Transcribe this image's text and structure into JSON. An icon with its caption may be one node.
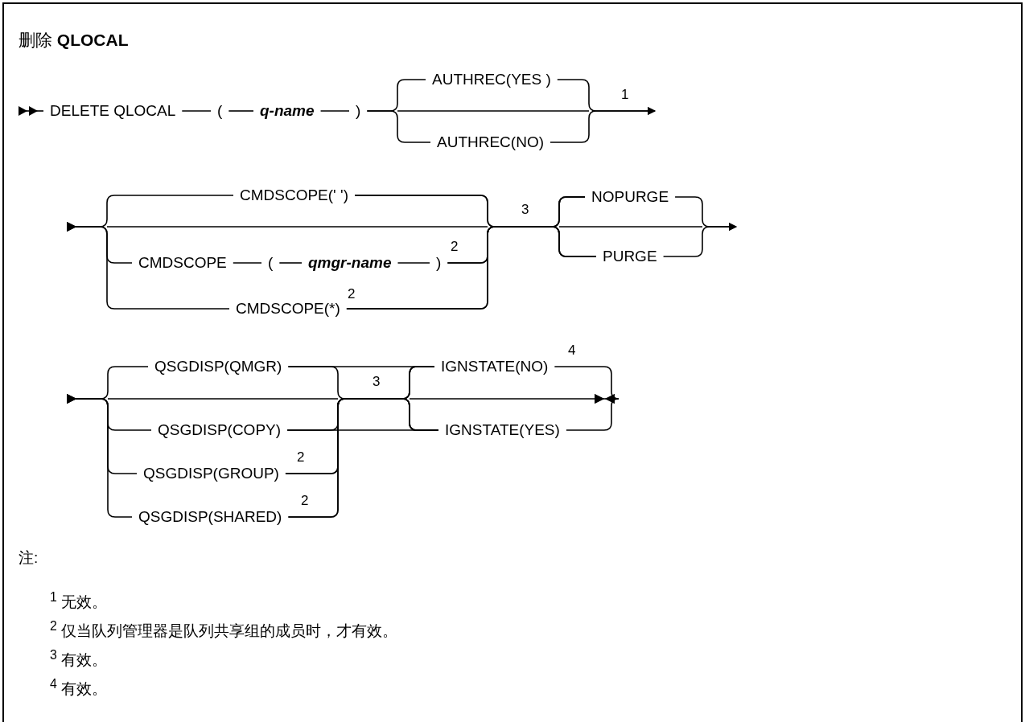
{
  "diagram": {
    "title": "删除 **QLOCAL**",
    "nodes": [
      {
        "text": [
          "DELETE QLOCAL"
        ]
      },
      {
        "text": [
          "("
        ]
      },
      {
        "text": [
          "q-name"
        ]
      },
      {
        "text": [
          ")"
        ]
      },
      {
        "text": [
          "AUTHREC(YES )"
        ]
      },
      {
        "text": [
          "AUTHREC(NO)"
        ]
      },
      {
        "text": [
          "CMDSCOPE(' ')"
        ]
      },
      {
        "text": [
          "CMDSCOPE"
        ]
      },
      {
        "text": [
          "("
        ]
      },
      {
        "text": [
          "qmgr-name"
        ]
      },
      {
        "text": [
          ")"
        ],
        "beside": [
          "2"
        ]
      },
      {
        "text": [
          "CMDSCOPE(*)"
        ],
        "beside": [
          "2"
        ]
      },
      {
        "text": [
          "NOPURGE"
        ]
      },
      {
        "text": [
          "PURGE"
        ]
      },
      {
        "text": [
          "QSGDISP(QMGR)"
        ]
      },
      {
        "text": [
          "QSGDISP(COPY)"
        ]
      },
      {
        "text": [
          "QSGDISP(GROUP)"
        ],
        "beside": [
          "2"
        ]
      },
      {
        "text": [
          "QSGDISP(SHARED)"
        ],
        "beside": [
          "2"
        ]
      },
      {
        "text": [
          "IGNSTATE(NO)"
        ],
        "beside": [
          "4"
        ]
      },
      {
        "text": [
          "IGNSTATE(YES)"
        ]
      }
    ],
    "edges": [
      {
        "from": null,
        "to": 0,
        "arrow": "to"
      },
      {
        "from": 0,
        "to": 1,
        "arrow": "none"
      },
      {
        "from": 1,
        "to": 2,
        "arrow": "none"
      },
      {
        "from": 2,
        "to": 3,
        "arrow": "none"
      },
      {
        "from": 3,
        "to": 4,
        "arrow": "none"
      },
      {
        "from": 3,
        "to": 5,
        "arrow": "none"
      },
      {
        "from": 4,
        "to": null,
        "arrow": "to"
      },
      {
        "from": 5,
        "to": null,
        "arrow": "to"
      },
      {
        "from": 6,
        "to": null,
        "arrow": "to"
      },
      {
        "from": 7,
        "to": null,
        "arrow": "to"
      },
      {
        "from": 11,
        "to": null,
        "arrow": "to"
      },
      {
        "from": 7,
        "to": 8,
        "arrow": "none"
      },
      {
        "from": 8,
        "to": 9,
        "arrow": "none"
      },
      {
        "from": 9,
        "to": 10,
        "arrow": "none"
      },
      {
        "from": 6,
        "to": 12,
        "arrow": "none"
      },
      {
        "from": 10,
        "to": 12,
        "arrow": "none"
      },
      {
        "from": 11,
        "to": 12,
        "arrow": "none"
      },
      {
        "from": 6,
        "to": 13,
        "arrow": "none"
      },
      {
        "from": 10,
        "to": 13,
        "arrow": "none"
      },
      {
        "from": 11,
        "to": 13,
        "arrow": "none"
      },
      {
        "from": 12,
        "to": null,
        "arrow": "to"
      },
      {
        "from": 13,
        "to": null,
        "arrow": "to"
      },
      {
        "from": 14,
        "to": null,
        "arrow": "to"
      },
      {
        "from": 15,
        "to": null,
        "arrow": "to"
      },
      {
        "from": 16,
        "to": null,
        "arrow": "to"
      },
      {
        "from": 17,
        "to": null,
        "arrow": "to"
      },
      {
        "from": 14,
        "to": 18,
        "arrow": "none"
      },
      {
        "from": 15,
        "to": 18,
        "arrow": "none"
      },
      {
        "from": 16,
        "to": 18,
        "arrow": "none"
      },
      {
        "from": 17,
        "to": 18,
        "arrow": "none"
      },
      {
        "from": 14,
        "to": 19,
        "arrow": "none"
      },
      {
        "from": 15,
        "to": 19,
        "arrow": "none"
      },
      {
        "from": 16,
        "to": 19,
        "arrow": "none"
      },
      {
        "from": 17,
        "to": 19,
        "arrow": "none"
      },
      {
        "from": 18,
        "to": null,
        "arrow": "to"
      },
      {
        "from": 19,
        "to": null,
        "arrow": "to"
      }
    ],
    "labels": [
      "1",
      "3",
      "3",
      "注:",
      "$^{1}$ 无效。",
      "$^{2}$ 仅当队列管理器是队列共享组的成员时，才有效。",
      "$^{3}$ 有效。",
      "$^{4}$ 有效。"
    ]
  }
}
